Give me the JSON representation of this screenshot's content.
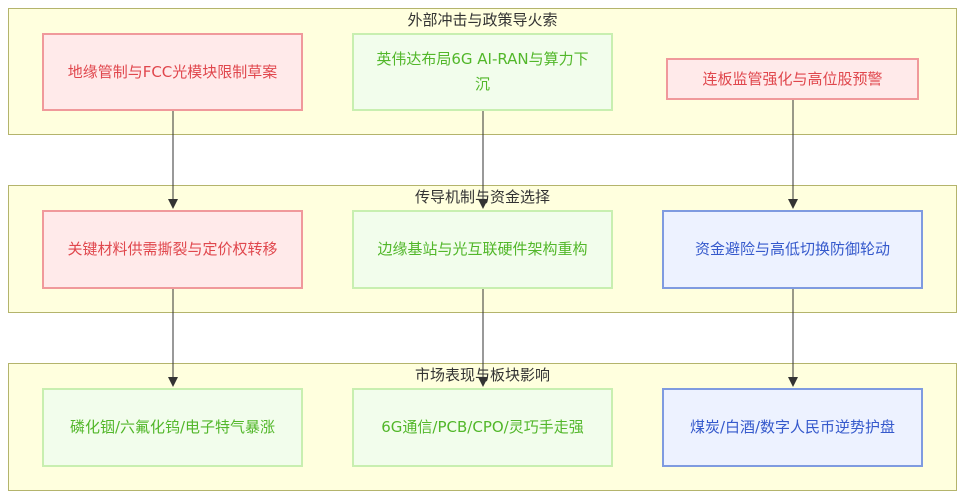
{
  "bands": [
    {
      "title": "外部冲击与政策导火索"
    },
    {
      "title": "传导机制与资金选择"
    },
    {
      "title": "市场表现与板块影响"
    }
  ],
  "nodes": {
    "n1": "地缘管制与FCC光模块限制草案",
    "n2": "英伟达布局6G AI-RAN与算力下沉",
    "n3": "连板监管强化与高位股预警",
    "n4": "关键材料供需撕裂与定价权转移",
    "n5": "边缘基站与光互联硬件架构重构",
    "n6": "资金避险与高低切换防御轮动",
    "n7": "磷化铟/六氟化钨/电子特气暴涨",
    "n8": "6G通信/PCB/CPO/灵巧手走强",
    "n9": "煤炭/白酒/数字人民币逆势护盘"
  },
  "colors": {
    "band_fill": "#ffffde",
    "band_border": "#b4b46c",
    "red": "#e0474d",
    "green": "#52b72a",
    "blue": "#3559cc",
    "arrow": "#333333"
  }
}
